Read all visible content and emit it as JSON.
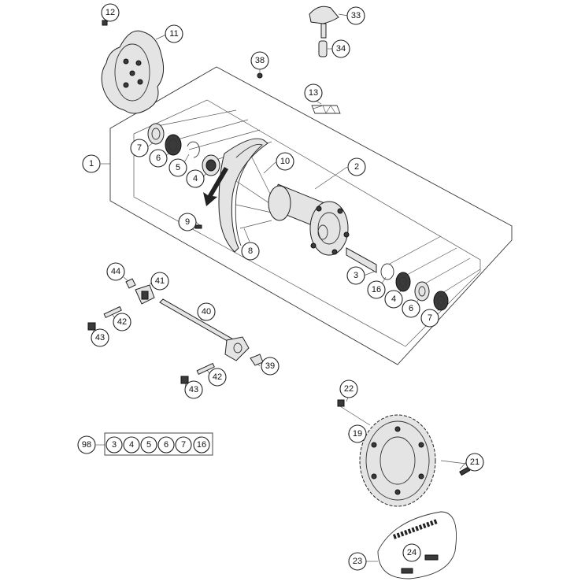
{
  "callouts": [
    {
      "id": "c1",
      "label": "1"
    },
    {
      "id": "c2",
      "label": "2"
    },
    {
      "id": "c3a",
      "label": "3"
    },
    {
      "id": "c4a",
      "label": "4"
    },
    {
      "id": "c4b",
      "label": "4"
    },
    {
      "id": "c5",
      "label": "5"
    },
    {
      "id": "c6a",
      "label": "6"
    },
    {
      "id": "c6b",
      "label": "6"
    },
    {
      "id": "c7a",
      "label": "7"
    },
    {
      "id": "c7b",
      "label": "7"
    },
    {
      "id": "c8",
      "label": "8"
    },
    {
      "id": "c9",
      "label": "9"
    },
    {
      "id": "c10",
      "label": "10"
    },
    {
      "id": "c11",
      "label": "11"
    },
    {
      "id": "c12",
      "label": "12"
    },
    {
      "id": "c13",
      "label": "13"
    },
    {
      "id": "c16",
      "label": "16"
    },
    {
      "id": "c19",
      "label": "19"
    },
    {
      "id": "c21",
      "label": "21"
    },
    {
      "id": "c22",
      "label": "22"
    },
    {
      "id": "c23",
      "label": "23"
    },
    {
      "id": "c24",
      "label": "24"
    },
    {
      "id": "c33",
      "label": "33"
    },
    {
      "id": "c34",
      "label": "34"
    },
    {
      "id": "c38",
      "label": "38"
    },
    {
      "id": "c39",
      "label": "39"
    },
    {
      "id": "c40",
      "label": "40"
    },
    {
      "id": "c41",
      "label": "41"
    },
    {
      "id": "c42a",
      "label": "42"
    },
    {
      "id": "c42b",
      "label": "42"
    },
    {
      "id": "c43a",
      "label": "43"
    },
    {
      "id": "c43b",
      "label": "43"
    },
    {
      "id": "c44",
      "label": "44"
    },
    {
      "id": "c98",
      "label": "98"
    }
  ],
  "kit_98": [
    "3",
    "4",
    "5",
    "6",
    "7",
    "16"
  ]
}
